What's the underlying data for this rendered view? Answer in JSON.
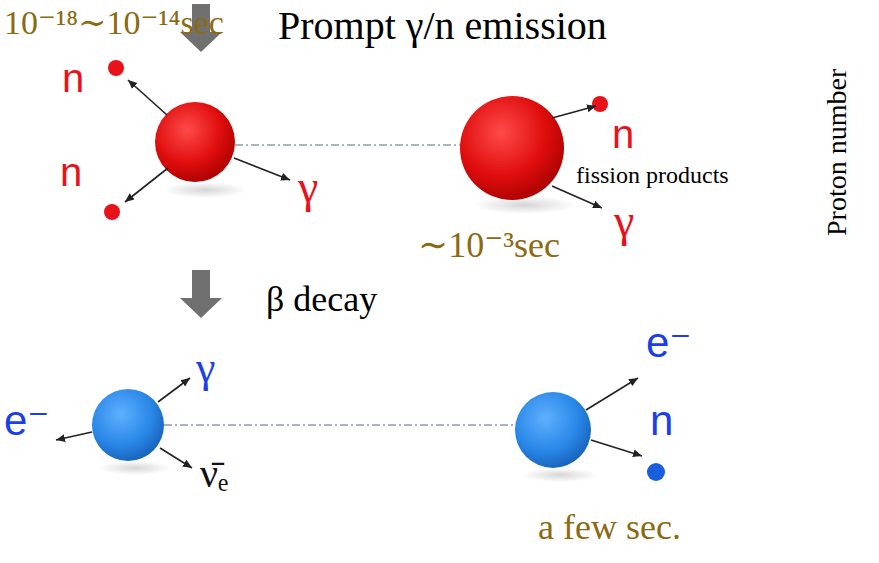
{
  "diagram": {
    "labels": [
      "10⁻¹⁸∼10⁻¹⁴sec",
      "Prompt γ/n emission",
      "n",
      "n",
      "n",
      "γ",
      "fission products",
      "γ",
      "Proton number",
      "∼10⁻³sec",
      "β decay",
      "e⁻",
      "γ",
      "e⁻",
      "n",
      "ν̄ₑ",
      "a few sec."
    ]
  }
}
